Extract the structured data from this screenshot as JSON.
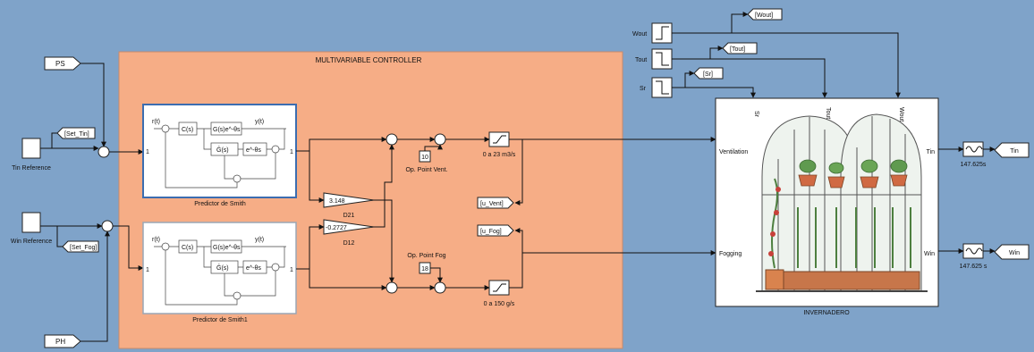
{
  "controller": {
    "title": "MULTIVARIABLE CONTROLLER"
  },
  "sources": {
    "ps": "PS",
    "ph": "PH",
    "tin_ref": "Tin Reference",
    "win_ref": "Win Reference"
  },
  "goto_tags": {
    "set_tin": "[Set_Tin]",
    "set_fog": "[Set_Fog]",
    "u_vent": "[u_Vent]",
    "u_fog": "[u_Fog]",
    "wout": "[Wout]",
    "tout": "[Tout]",
    "sr": "[Sr]"
  },
  "predictors": {
    "top": {
      "name": "Predictor de Smith"
    },
    "bottom": {
      "name": "Predictor de Smith1"
    },
    "inner": {
      "r": "r(t)",
      "c": "C(s)",
      "g": "G(s)e^-θs",
      "ghat": "Ĝ(s)",
      "edelay": "e^-θs",
      "y": "y(t)"
    }
  },
  "decouplers": {
    "d21": {
      "value": "3.148",
      "name": "D21"
    },
    "d12": {
      "value": "-0.2727",
      "name": "D12"
    }
  },
  "op_points": {
    "vent": {
      "value": "10",
      "name": "Op. Point Vent."
    },
    "fog": {
      "value": "18",
      "name": "Op. Point Fog"
    }
  },
  "saturations": {
    "vent": "0 a 23 m3/s",
    "fog": "0 a 150 g/s"
  },
  "disturbances": {
    "wout": "Wout",
    "tout": "Tout",
    "sr": "Sr"
  },
  "plant": {
    "name": "INVERNADERO",
    "in_sr": "Sr",
    "in_tout": "Tout",
    "in_wout": "Wout",
    "in_vent": "Ventilation",
    "in_fog": "Fogging",
    "out_tin": "Tin",
    "out_win": "Win"
  },
  "outputs": {
    "tin_filter": "147.625s",
    "win_filter": "147.625 s",
    "tin": "Tin",
    "win": "Win"
  },
  "port_labels": {
    "one": "1"
  },
  "colors": {
    "background": "#7fa3c9",
    "controller": "#f6ad86",
    "predictor_border": "#3c6db0"
  }
}
